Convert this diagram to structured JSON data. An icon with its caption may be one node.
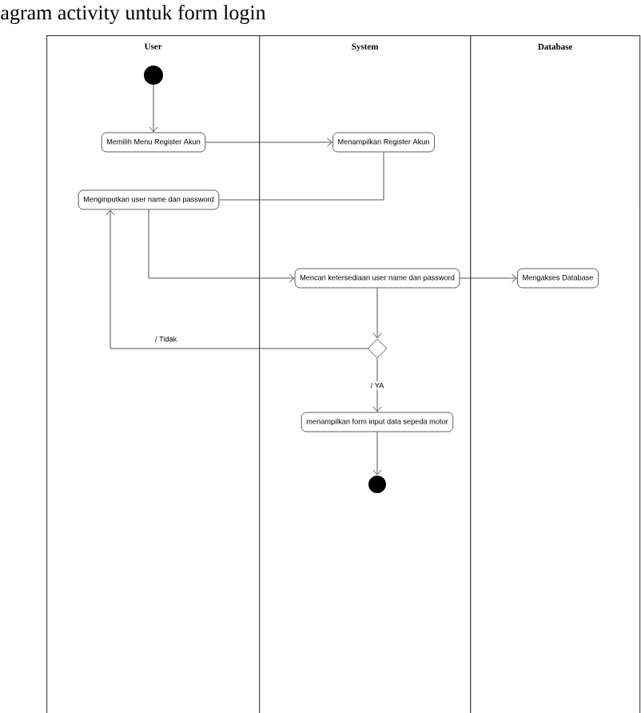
{
  "diagram": {
    "title": "agram activity untuk form login",
    "nodes": [
      {
        "text": [
          "User"
        ]
      },
      {
        "text": [
          "System"
        ]
      },
      {
        "text": [
          "Database"
        ]
      },
      {
        "text": [],
        "shape": "circle",
        "in": 0
      },
      {
        "text": [
          "Memilih Menu Register Akun"
        ],
        "in": 0
      },
      {
        "text": [
          "Menampilkan Register Akun"
        ],
        "in": 1
      },
      {
        "text": [
          "Menginputkan user name dan password"
        ],
        "in": 0
      },
      {
        "text": [
          "Mencari ketersediaan user name dan password"
        ],
        "in": 1
      },
      {
        "text": [
          "Mengakses Database"
        ],
        "in": 2
      },
      {
        "text": [],
        "shape": "diamond",
        "in": 1
      },
      {
        "text": [
          "menampilkan form input data sepeda motor"
        ],
        "in": 1
      },
      {
        "text": [],
        "shape": "bullseye",
        "in": 1
      }
    ],
    "edges": [
      {
        "from": 3,
        "to": 4,
        "arrow": "to"
      },
      {
        "from": 4,
        "to": 5,
        "arrow": "to"
      },
      {
        "from": 5,
        "to": 6,
        "arrow": "none"
      },
      {
        "from": 6,
        "to": 7,
        "arrow": "to"
      },
      {
        "from": 7,
        "to": 8,
        "arrow": "to"
      },
      {
        "from": 7,
        "to": 9,
        "arrow": "to"
      },
      {
        "from": 9,
        "to": 6,
        "arrow": "to",
        "label": "/ Tidak"
      },
      {
        "from": 9,
        "to": 10,
        "arrow": "to",
        "label": "/ YA"
      },
      {
        "from": 10,
        "to": 11,
        "arrow": "to"
      }
    ]
  }
}
